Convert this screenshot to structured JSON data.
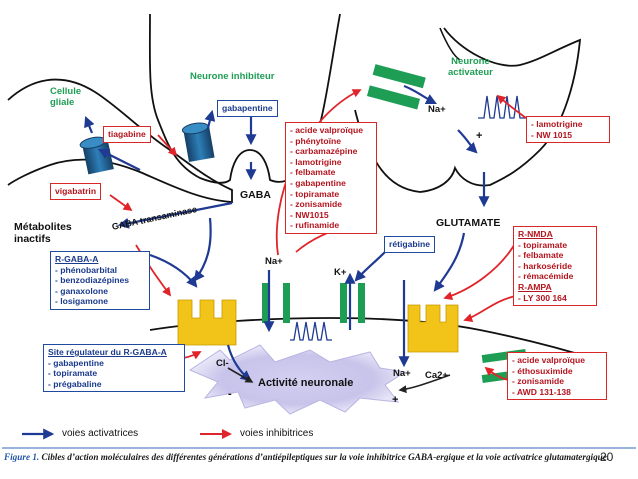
{
  "slide_number": "20",
  "labels": {
    "cellule_gliale": "Cellule\ngliale",
    "neurone_inhibiteur": "Neurone inhibiteur",
    "neurone_activateur": "Neurone\nactivateur",
    "gaba": "GABA",
    "gaba_transaminase": "GABA transaminase",
    "metabolites_inactifs": "Métabolites\ninactifs",
    "glutamate": "GLUTAMATE",
    "na_top": "Na+",
    "plus_top": "+",
    "na_mid": "Na+",
    "k_mid": "K+",
    "cl": "Cl-",
    "minus": "-",
    "na_low": "Na+",
    "ca": "Ca2+",
    "plus_low": "+",
    "activite_neuronale": "Activité neuronale"
  },
  "boxes": {
    "gabapentine_top": "gabapentine",
    "tiagabine": "tiagabine",
    "vigabatrin": "vigabatrin",
    "retigabine": "rétigabine",
    "center_list": [
      "- acide valproïque",
      "- phénytoïne",
      "- carbamazépine",
      "- lamotrigine",
      "- felbamate",
      "- gabapentine",
      "- topiramate",
      "- zonisamide",
      "- NW1015",
      "- rufinamide"
    ],
    "lamotrigine_list": [
      "- lamotrigine",
      "- NW 1015"
    ],
    "r_gaba_a": {
      "title": "R-GABA-A",
      "items": [
        "- phénobarbital",
        "- benzodiazépines",
        "- ganaxolone",
        "- losigamone"
      ]
    },
    "site_regulateur": {
      "title": "Site régulateur du R-GABA-A",
      "items": [
        "- gabapentine",
        "- topiramate",
        "- prégabaline"
      ]
    },
    "r_nmda": {
      "title": "R-NMDA",
      "items": [
        "- topiramate",
        "- felbamate",
        "- harkoséride",
        "- rémacémide"
      ],
      "title2": "R-AMPA",
      "items2": [
        "- LY 300 164"
      ]
    },
    "bottom_right_list": [
      "- acide valproïque",
      "- éthosuximide",
      "- zonisamide",
      "- AWD 131-138"
    ]
  },
  "legend": {
    "activatrices": "voies activatrices",
    "inhibitrices": "voies inhibitrices"
  },
  "caption": {
    "figure": "Figure 1.",
    "text": "Cibles d’action moléculaires des différentes générations d’antiépileptiques sur la voie inhibitrice GABA-ergique et la voie activatrice glutamatergique."
  },
  "colors": {
    "blue_arrow": "#1f3a93",
    "red_arrow": "#e0242a",
    "green": "#1e9e55",
    "channel_teal": "#1f5f8f",
    "receptor_yellow": "#f2c318",
    "glow_purple": "#c7c3ea"
  }
}
